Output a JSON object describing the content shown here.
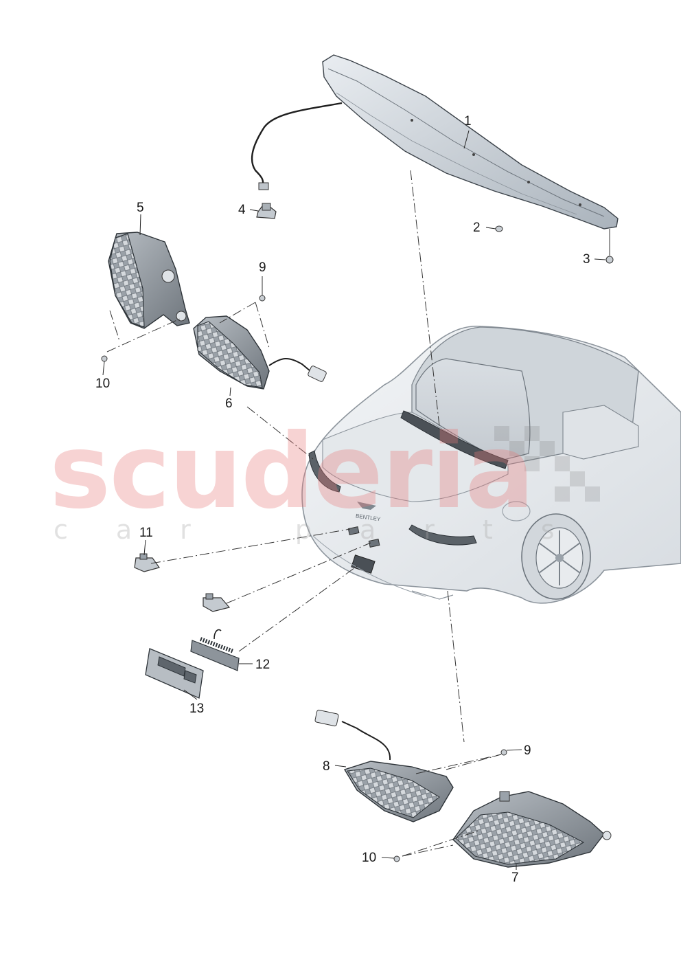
{
  "watermark": {
    "main": "scuderia",
    "sub": "car parts"
  },
  "callouts": [
    {
      "id": "c1",
      "label": "1"
    },
    {
      "id": "c2",
      "label": "2"
    },
    {
      "id": "c3",
      "label": "3"
    },
    {
      "id": "c4",
      "label": "4"
    },
    {
      "id": "c5",
      "label": "5"
    },
    {
      "id": "c6",
      "label": "6"
    },
    {
      "id": "c7",
      "label": "7"
    },
    {
      "id": "c8",
      "label": "8"
    },
    {
      "id": "c9a",
      "label": "9"
    },
    {
      "id": "c9b",
      "label": "9"
    },
    {
      "id": "c10a",
      "label": "10"
    },
    {
      "id": "c10b",
      "label": "10"
    },
    {
      "id": "c11",
      "label": "11"
    },
    {
      "id": "c12",
      "label": "12"
    },
    {
      "id": "c13",
      "label": "13"
    }
  ],
  "badge_text": "BENTLEY"
}
